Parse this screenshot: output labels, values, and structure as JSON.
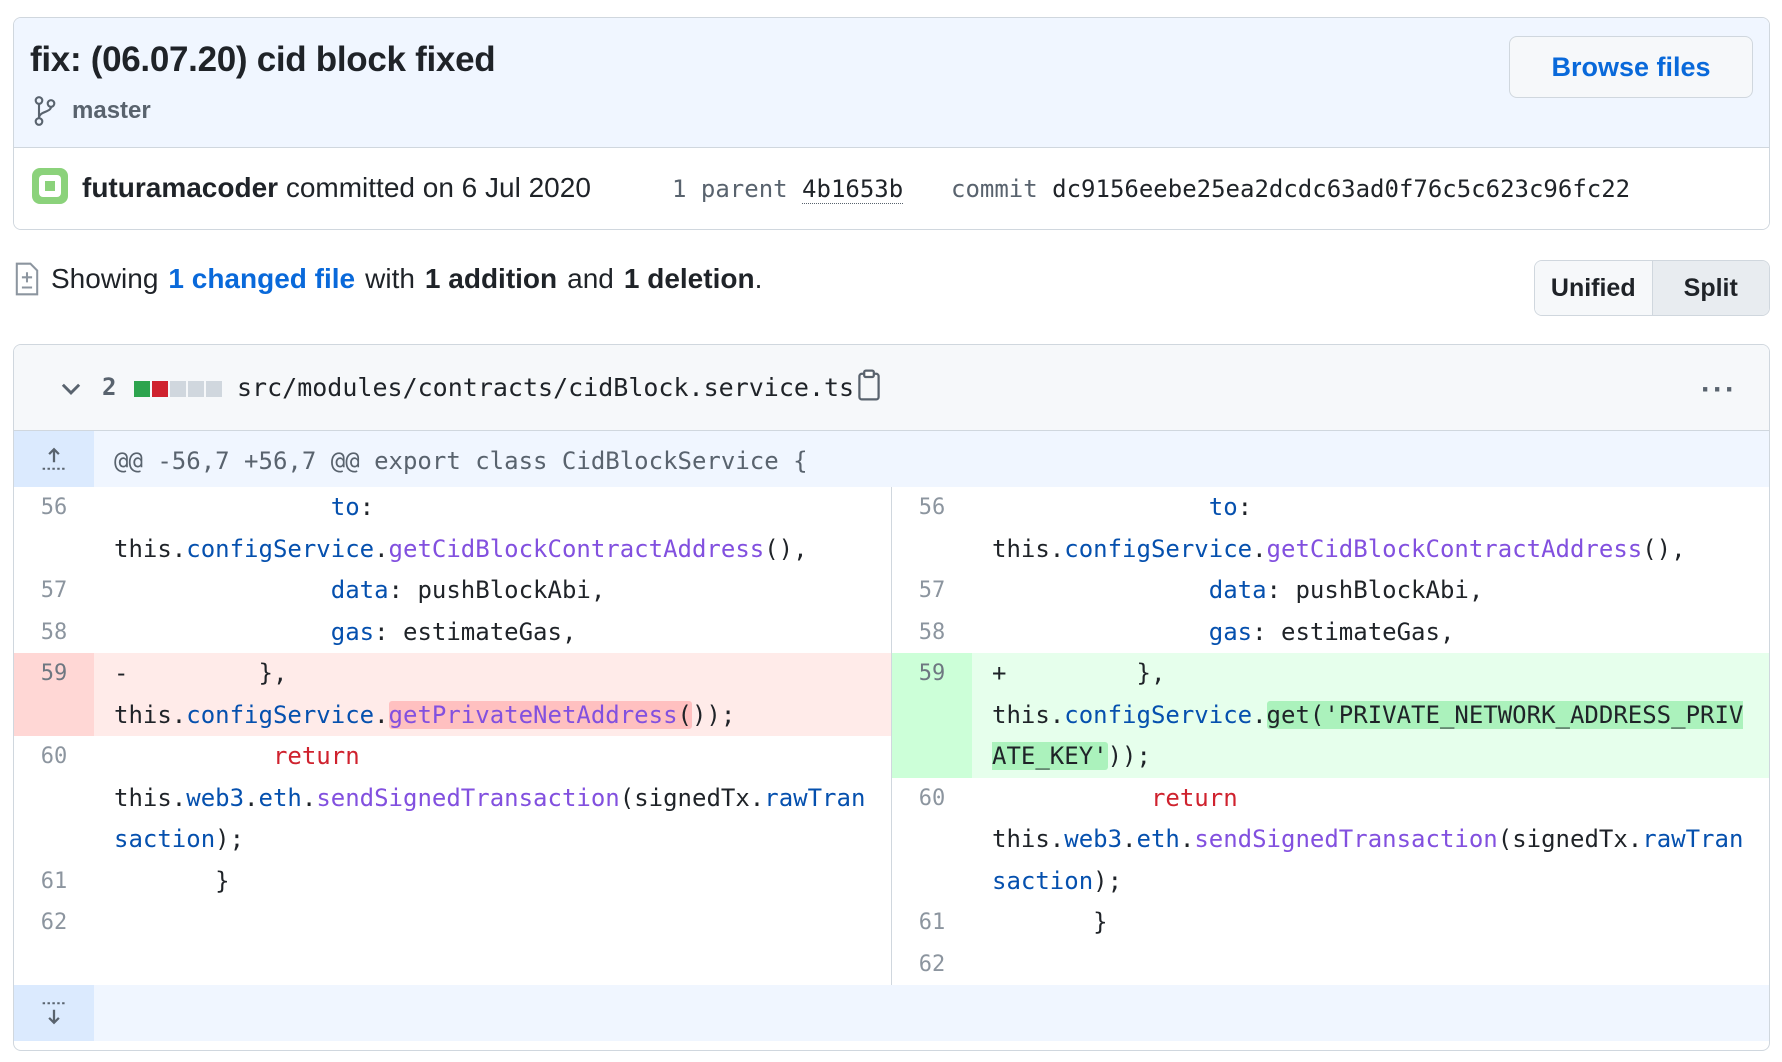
{
  "commit": {
    "title": "fix: (06.07.20) cid block fixed",
    "branch": "master",
    "browse_label": "Browse files",
    "author": "futuramacoder",
    "committed_text": "committed on 6 Jul 2020",
    "parent_label": "1 parent",
    "parent_sha": "4b1653b",
    "commit_label": "commit",
    "commit_sha": "dc9156eebe25ea2dcdc63ad0f76c5c623c96fc22"
  },
  "summary": {
    "showing": "Showing",
    "changed_link": "1 changed file",
    "with": "with",
    "additions": "1 addition",
    "and": "and",
    "deletions": "1 deletion",
    "period": "."
  },
  "view_toggle": {
    "unified": "Unified",
    "split": "Split",
    "selected": "Split"
  },
  "file": {
    "changes": "2",
    "path": "src/modules/contracts/cidBlock.service.ts",
    "kebab": "···",
    "diffstat_colors": [
      "#2da44e",
      "#cf222e",
      "#d0d7de",
      "#d0d7de",
      "#d0d7de"
    ],
    "hunk_header": "@@ -56,7 +56,7 @@ export class CidBlockService {",
    "line_numbers": [
      "56",
      "57",
      "58",
      "59",
      "60",
      "61",
      "62"
    ]
  },
  "colors": {
    "link": "#0969da",
    "deletion_bg": "#ffebe9",
    "addition_bg": "#e6ffec"
  }
}
